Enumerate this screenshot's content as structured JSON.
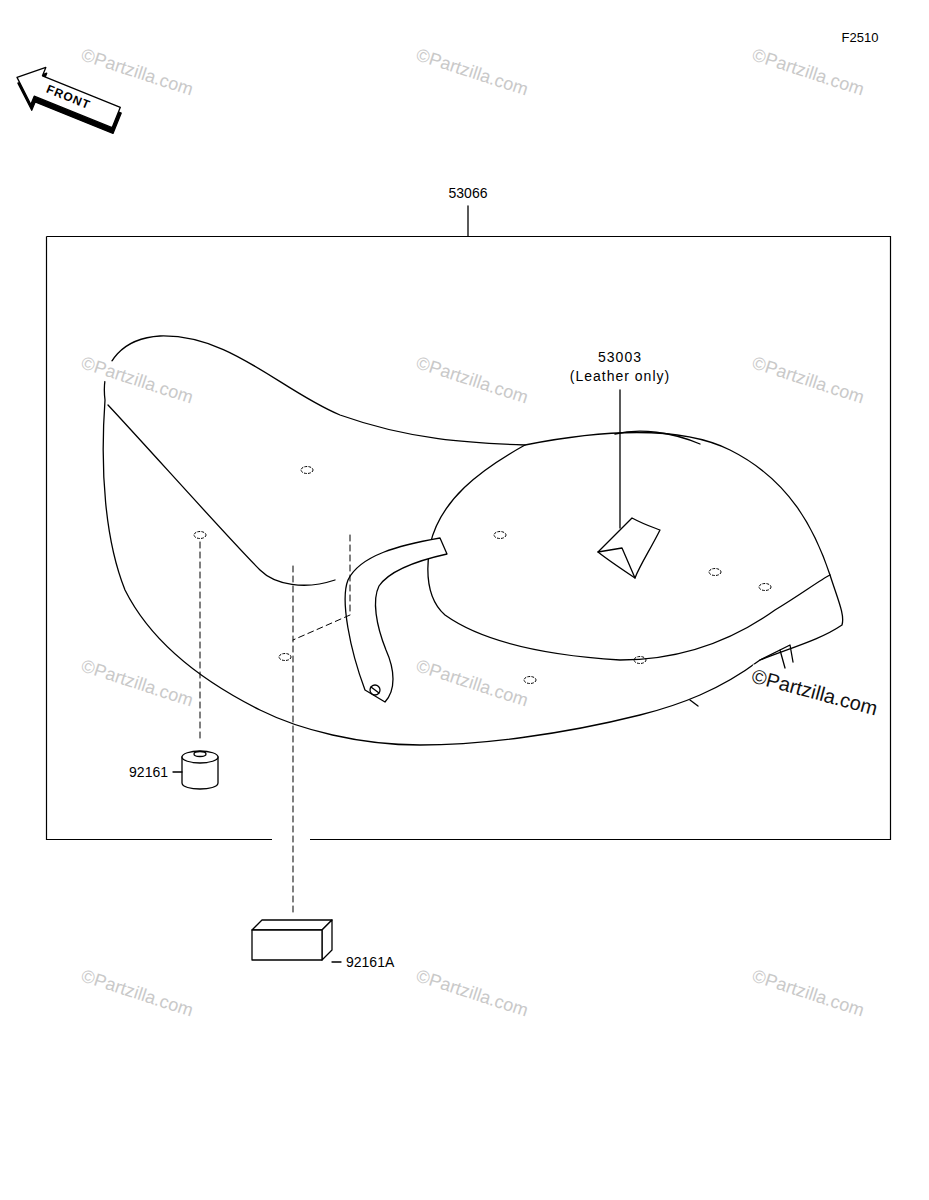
{
  "diagram": {
    "nodes": [
      {
        "text": [
          "53066"
        ]
      }
    ],
    "labels": [
      "F2510",
      "FRONT",
      "53003",
      "(Leather only)",
      "92161",
      "92161A",
      "©Partzilla.com",
      "©Partzilla.com",
      "©Partzilla.com",
      "©Partzilla.com",
      "©Partzilla.com",
      "©Partzilla.com",
      "©Partzilla.com",
      "©Partzilla.com",
      "©Partzilla.com",
      "©Partzilla.com",
      "©Partzilla.com",
      "©Partzilla.com"
    ]
  }
}
